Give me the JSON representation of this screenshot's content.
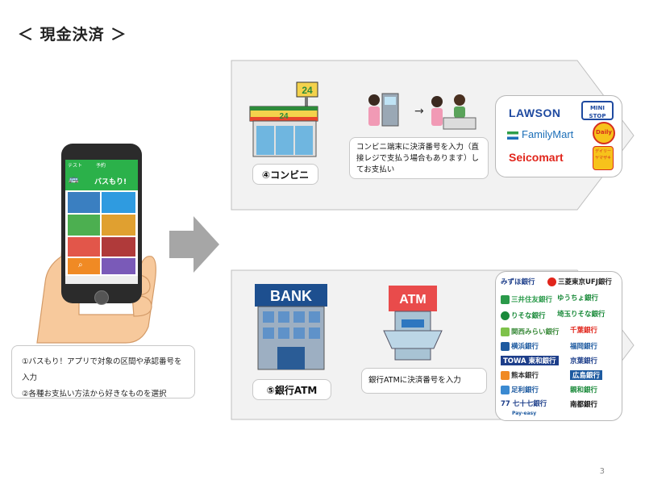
{
  "title": "＜ 現金決済 ＞",
  "page_number": "3",
  "phone": {
    "app_name": "バスもり!",
    "status_left": "テスト",
    "status_center": "予約",
    "tab_labels": [
      "",
      "",
      "",
      "",
      ""
    ]
  },
  "instructions": {
    "line1": "①バスもり！アプリで対象の区間や承認番号を入力",
    "line2": "②各種お支払い方法から好きなものを選択"
  },
  "convenience": {
    "label": "④コンビニ",
    "description": "コンビニ端末に決済番号を入力（直接レジで支払う場合もあります）してお支払い",
    "store_sign": "24",
    "logos": [
      "LAWSON",
      "MINI STOP",
      "FamilyMart",
      "Daily",
      "Seicomart",
      "デイリーヤマザキ"
    ]
  },
  "bank": {
    "label": "⑤銀行ATM",
    "description": "銀行ATMに決済番号を入力",
    "building_sign": "BANK",
    "atm_sign": "ATM",
    "banks_left": [
      "みずほ銀行",
      "三井住友銀行",
      "りそな銀行",
      "関西みらい銀行",
      "横浜銀行",
      "TOWA 東和銀行",
      "熊本銀行",
      "足利銀行",
      "77 七十七銀行",
      "Pay-easy"
    ],
    "banks_right": [
      "三菱東京UFJ銀行",
      "ゆうちょ銀行",
      "埼玉りそな銀行",
      "千葉銀行",
      "福岡銀行",
      "京葉銀行",
      "広島銀行",
      "親和銀行",
      "南都銀行"
    ]
  },
  "colors": {
    "panel_fill": "#f2f2f2",
    "panel_stroke": "#bfbfbf",
    "app_green": "#2bb14a",
    "arrow": "#a6a6a6"
  }
}
